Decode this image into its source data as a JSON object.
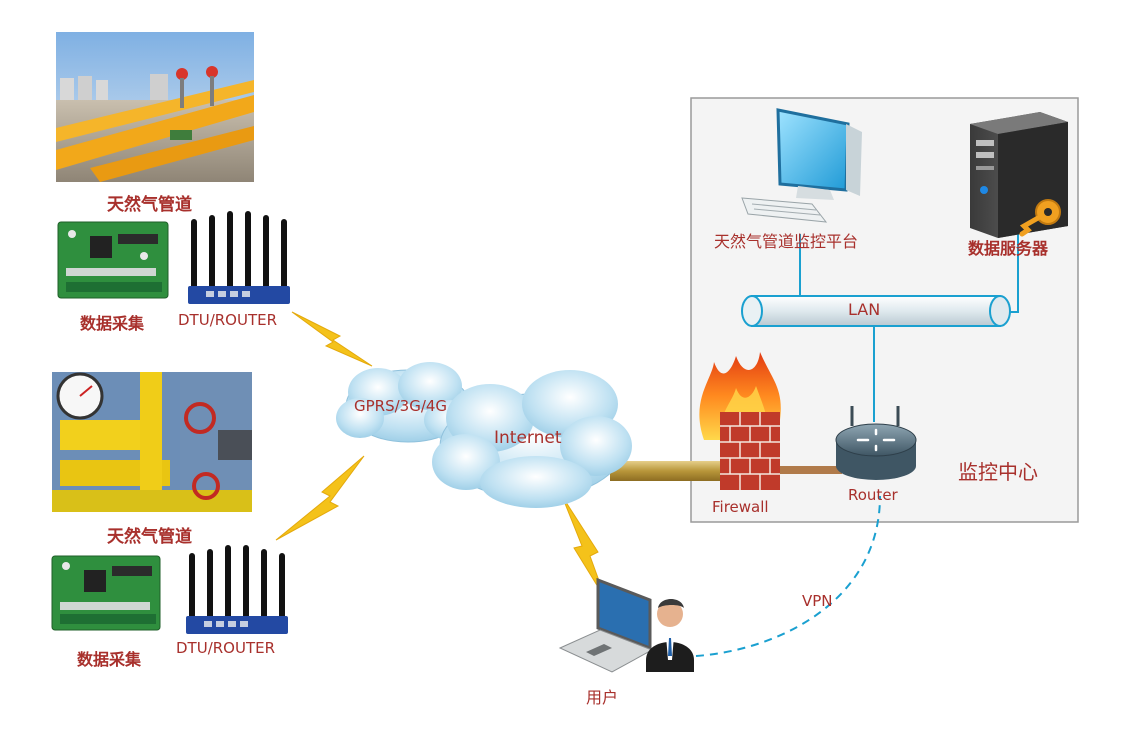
{
  "site1": {
    "pipeline_label": "天然气管道",
    "collect_label": "数据采集",
    "router_label": "DTU/ROUTER"
  },
  "site2": {
    "pipeline_label": "天然气管道",
    "collect_label": "数据采集",
    "router_label": "DTU/ROUTER"
  },
  "network": {
    "gprs_label": "GPRS/3G/4G",
    "internet_label": "Internet",
    "vpn_label": "VPN"
  },
  "center": {
    "platform_label": "天然气管道监控平台",
    "server_label": "数据服务器",
    "lan_label": "LAN",
    "firewall_label": "Firewall",
    "router_label": "Router",
    "title": "监控中心"
  },
  "user": {
    "label": "用户"
  },
  "colors": {
    "label_red": "#a8302c",
    "link_blue": "#1aa0d0",
    "lightning": "#f4c21a",
    "pipe_gold": "#b8963a"
  }
}
